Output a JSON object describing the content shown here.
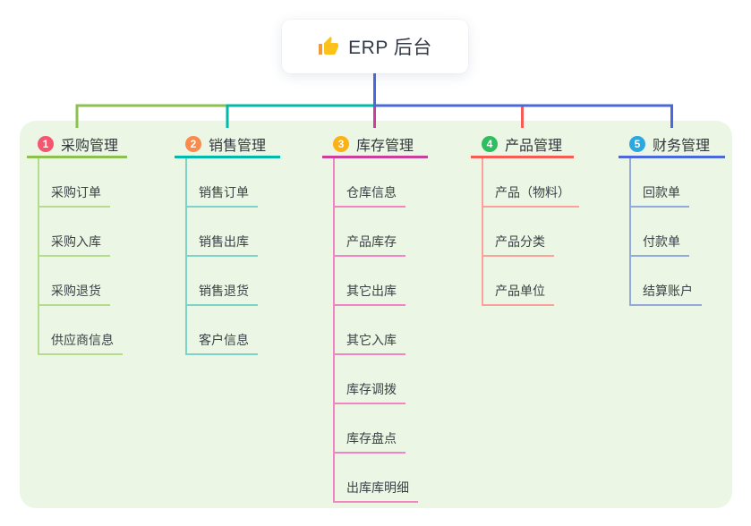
{
  "root": {
    "label": "ERP 后台",
    "icon": "thumbs-up-icon"
  },
  "canvas": {
    "background": "#ffffff",
    "panel_background": "#ebf7e4",
    "root_connector_color": "#4c69db",
    "icon_hand_color": "#fcc21b",
    "icon_sleeve_color": "#f19a37"
  },
  "branches": [
    {
      "badge": "1",
      "label": "采购管理",
      "badge_color": "#f4566f",
      "line_color": "#8cc152",
      "child_line_color": "#b5db8c",
      "children": [
        "采购订单",
        "采购入库",
        "采购退货",
        "供应商信息"
      ]
    },
    {
      "badge": "2",
      "label": "销售管理",
      "badge_color": "#fa8b4c",
      "line_color": "#00b9a8",
      "child_line_color": "#7dd3c8",
      "children": [
        "销售订单",
        "销售出库",
        "销售退货",
        "客户信息"
      ]
    },
    {
      "badge": "3",
      "label": "库存管理",
      "badge_color": "#fcb216",
      "line_color": "#cb3f9c",
      "child_line_color": "#ef85c2",
      "children": [
        "仓库信息",
        "产品库存",
        "其它出库",
        "其它入库",
        "库存调拨",
        "库存盘点",
        "出库库明细"
      ]
    },
    {
      "badge": "4",
      "label": "产品管理",
      "badge_color": "#2ebe60",
      "line_color": "#f75b55",
      "child_line_color": "#fba19b",
      "children": [
        "产品（物料）",
        "产品分类",
        "产品单位"
      ]
    },
    {
      "badge": "5",
      "label": "财务管理",
      "badge_color": "#2ba8e0",
      "line_color": "#4a68d9",
      "child_line_color": "#93a8dc",
      "children": [
        "回款单",
        "付款单",
        "结算账户"
      ]
    }
  ]
}
